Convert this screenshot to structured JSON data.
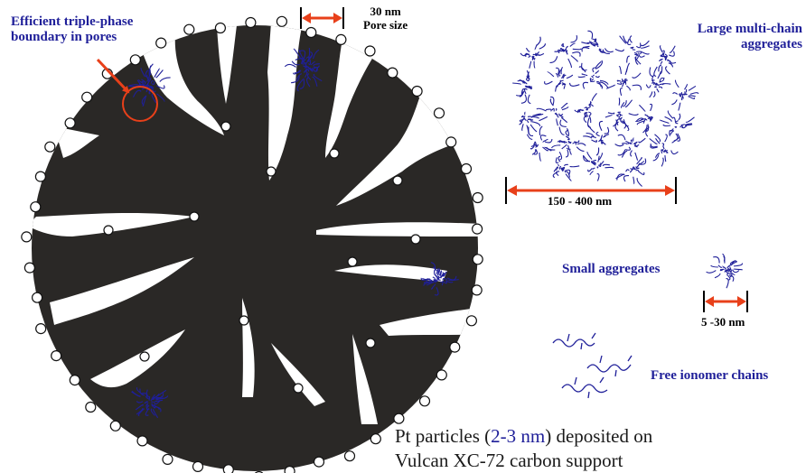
{
  "labels": {
    "triple_phase": [
      "Efficient triple-phase",
      "boundary in pores"
    ],
    "pore_value": "30 nm",
    "pore_text": "Pore size",
    "large_aggregates": [
      "Large multi-chain",
      "aggregates"
    ],
    "large_size": "150 - 400 nm",
    "small_aggregates": "Small aggregates",
    "small_size": "5 -30 nm",
    "free_chains": "Free ionomer chains"
  },
  "caption": {
    "pre": "Pt particles (",
    "highlight": "2-3 nm",
    "post": ") deposited on",
    "line2": "Vulcan XC-72 carbon support"
  },
  "colors": {
    "carbon": "#2a2826",
    "ionomer": "#1f1f99",
    "arrow": "#e8401a",
    "label_blue": "#1f1f99"
  }
}
